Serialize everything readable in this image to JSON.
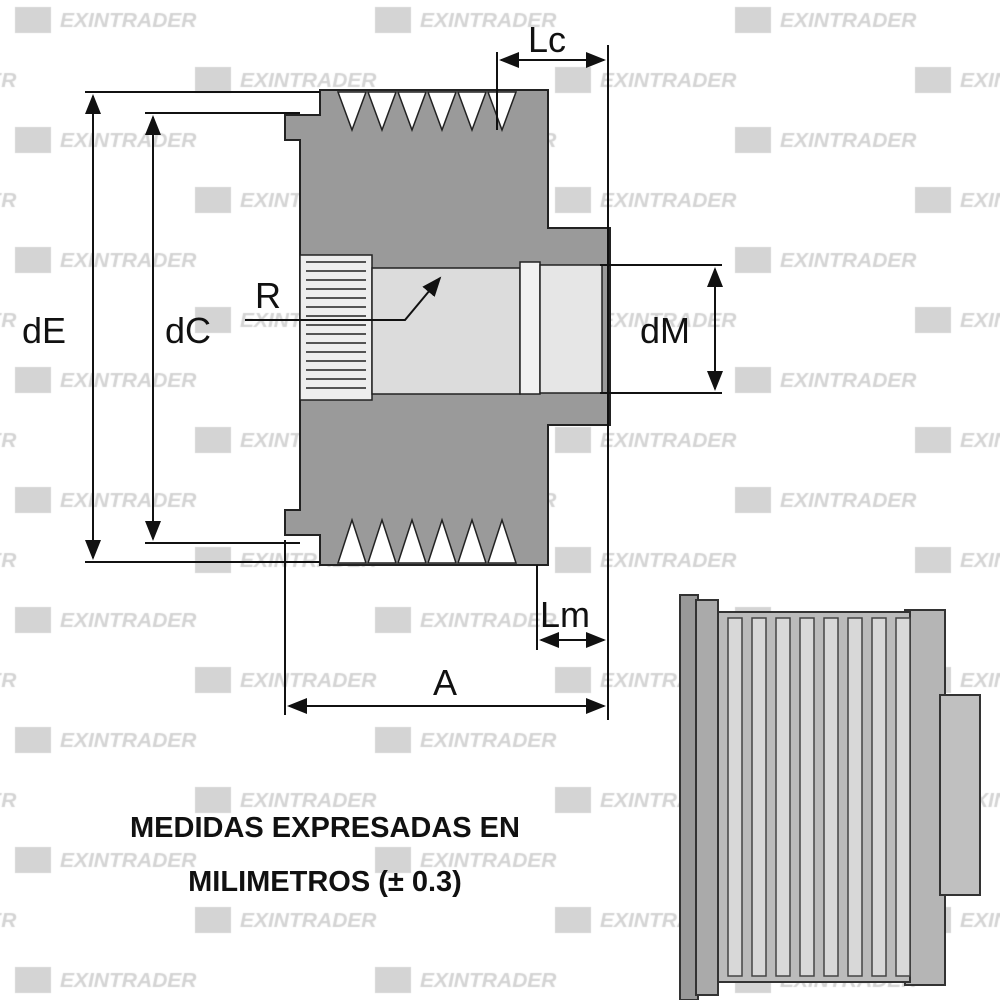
{
  "watermark": "EXINTRADER",
  "labels": {
    "dE": "dE",
    "dC": "dC",
    "R": "R",
    "dM": "dM",
    "Lc": "Lc",
    "Lm": "Lm",
    "A": "A"
  },
  "note": {
    "line1": "MEDIDAS EXPRESADAS EN",
    "line2": "MILIMETROS (± 0.3)"
  },
  "colors": {
    "body": "#9a9a9a",
    "bore": "#dcdcdc",
    "line": "#111111",
    "watermark": "#d4d4d4"
  }
}
